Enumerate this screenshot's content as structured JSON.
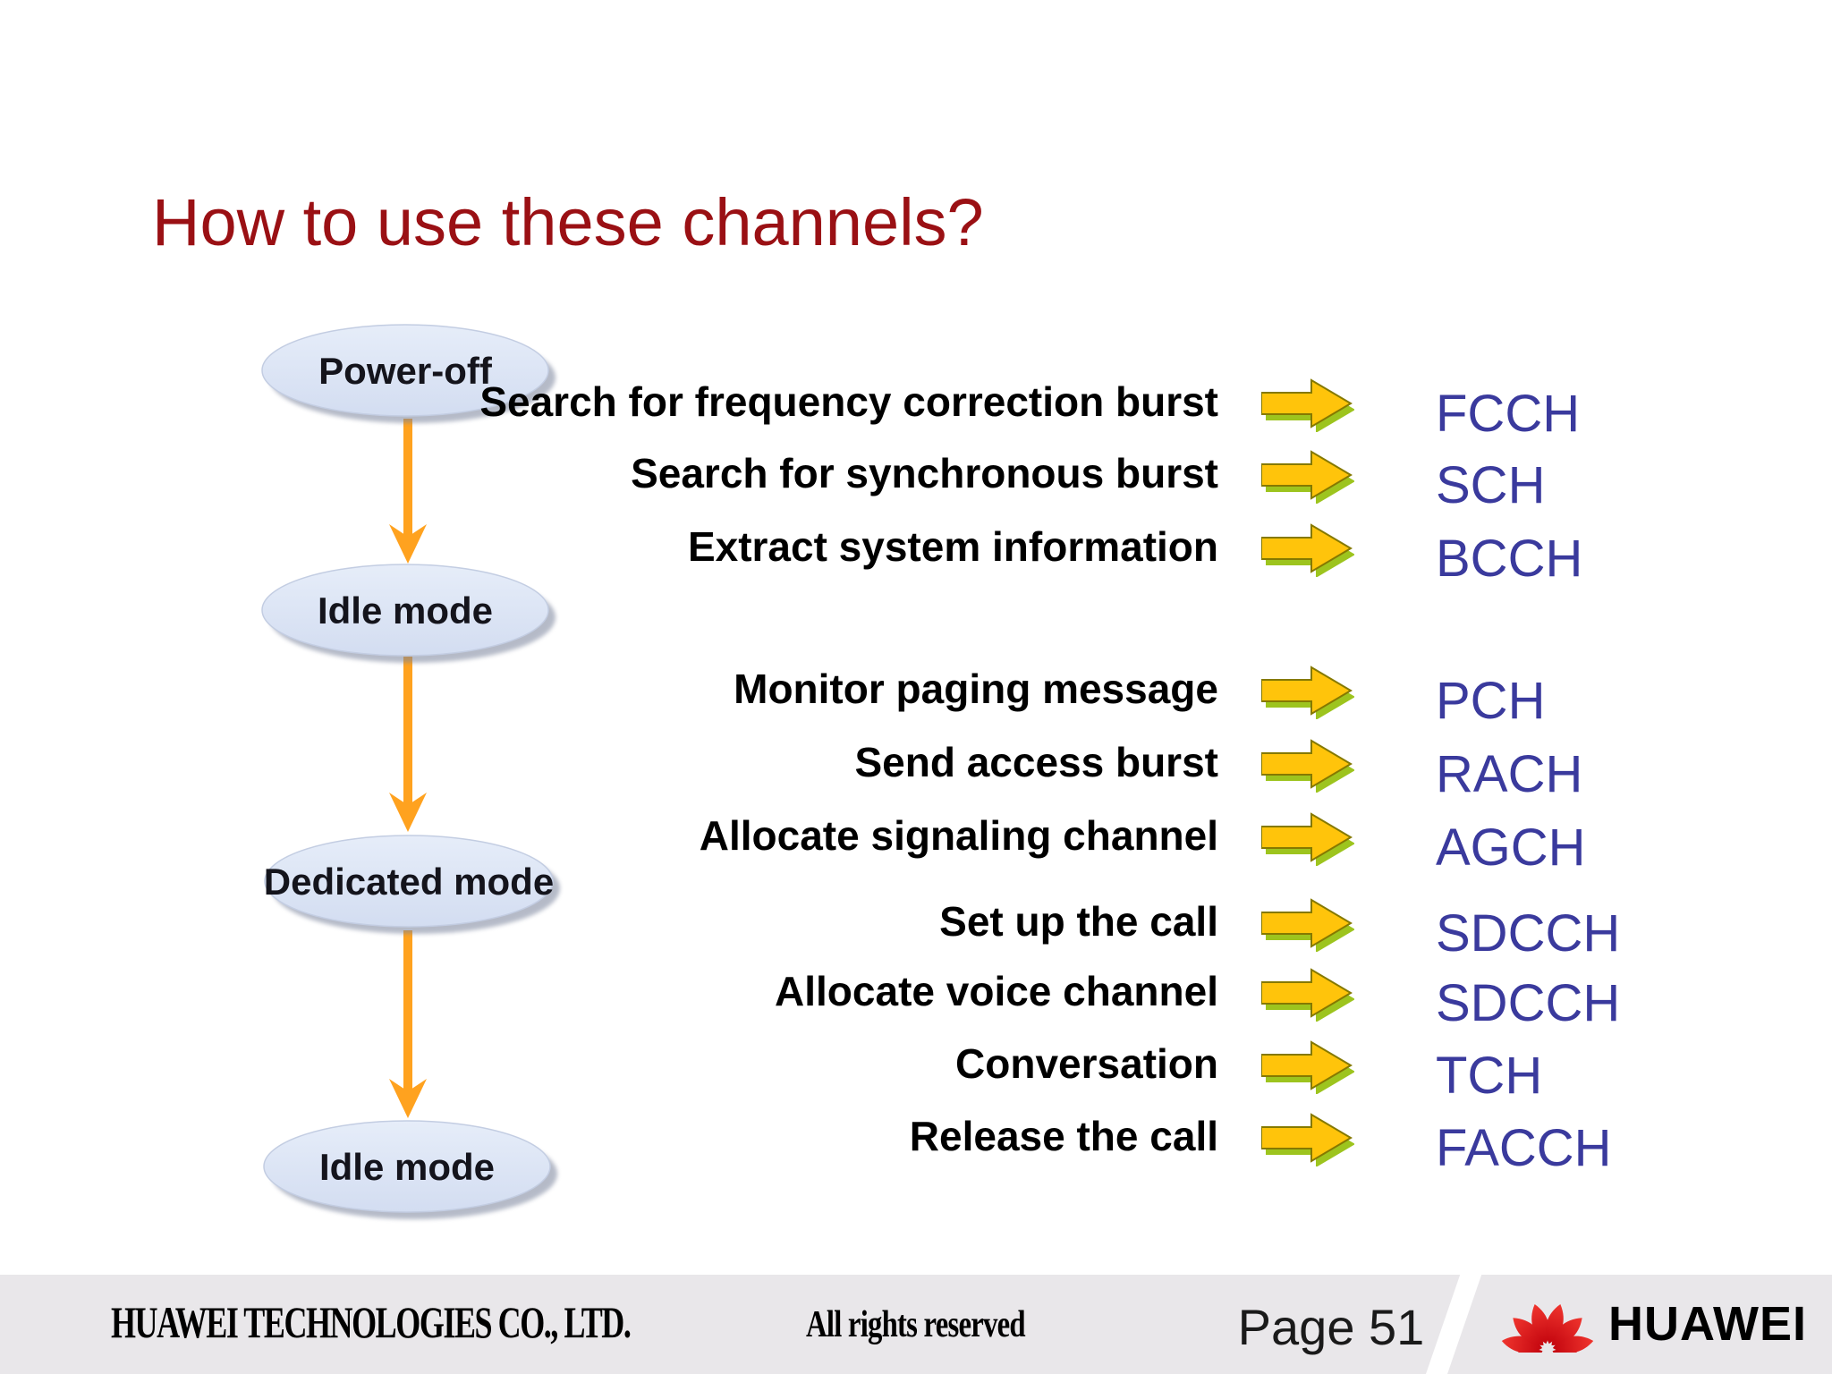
{
  "title": "How to use these channels?",
  "flow": {
    "nodes": [
      {
        "label": "Power-off"
      },
      {
        "label": "Idle mode"
      },
      {
        "label": "Dedicated mode"
      },
      {
        "label": "Idle mode"
      }
    ]
  },
  "steps": [
    {
      "action": "Search for frequency correction burst",
      "channel": "FCCH"
    },
    {
      "action": "Search for synchronous burst",
      "channel": "SCH"
    },
    {
      "action": "Extract system information",
      "channel": "BCCH"
    },
    {
      "action": "Monitor paging message",
      "channel": "PCH"
    },
    {
      "action": "Send access burst",
      "channel": "RACH"
    },
    {
      "action": "Allocate signaling channel",
      "channel": "AGCH"
    },
    {
      "action": "Set up the call",
      "channel": "SDCCH"
    },
    {
      "action": "Allocate voice channel",
      "channel": "SDCCH"
    },
    {
      "action": "Conversation",
      "channel": "TCH"
    },
    {
      "action": "Release the call",
      "channel": "FACCH"
    }
  ],
  "footer": {
    "company": "HUAWEI TECHNOLOGIES CO., LTD.",
    "rights": "All rights reserved",
    "page": "Page 51",
    "brand": "HUAWEI"
  },
  "colors": {
    "title": "#9a1014",
    "channel_text": "#3a3a9d",
    "flow_arrow": "#FFA21F",
    "step_arrow_fill": "#FFC40B",
    "step_arrow_shadow": "#9dc41e",
    "ellipse_fill": "#dbe4f4",
    "footer_bg": "#e9e7ea",
    "logo_red": "#e0111a"
  }
}
